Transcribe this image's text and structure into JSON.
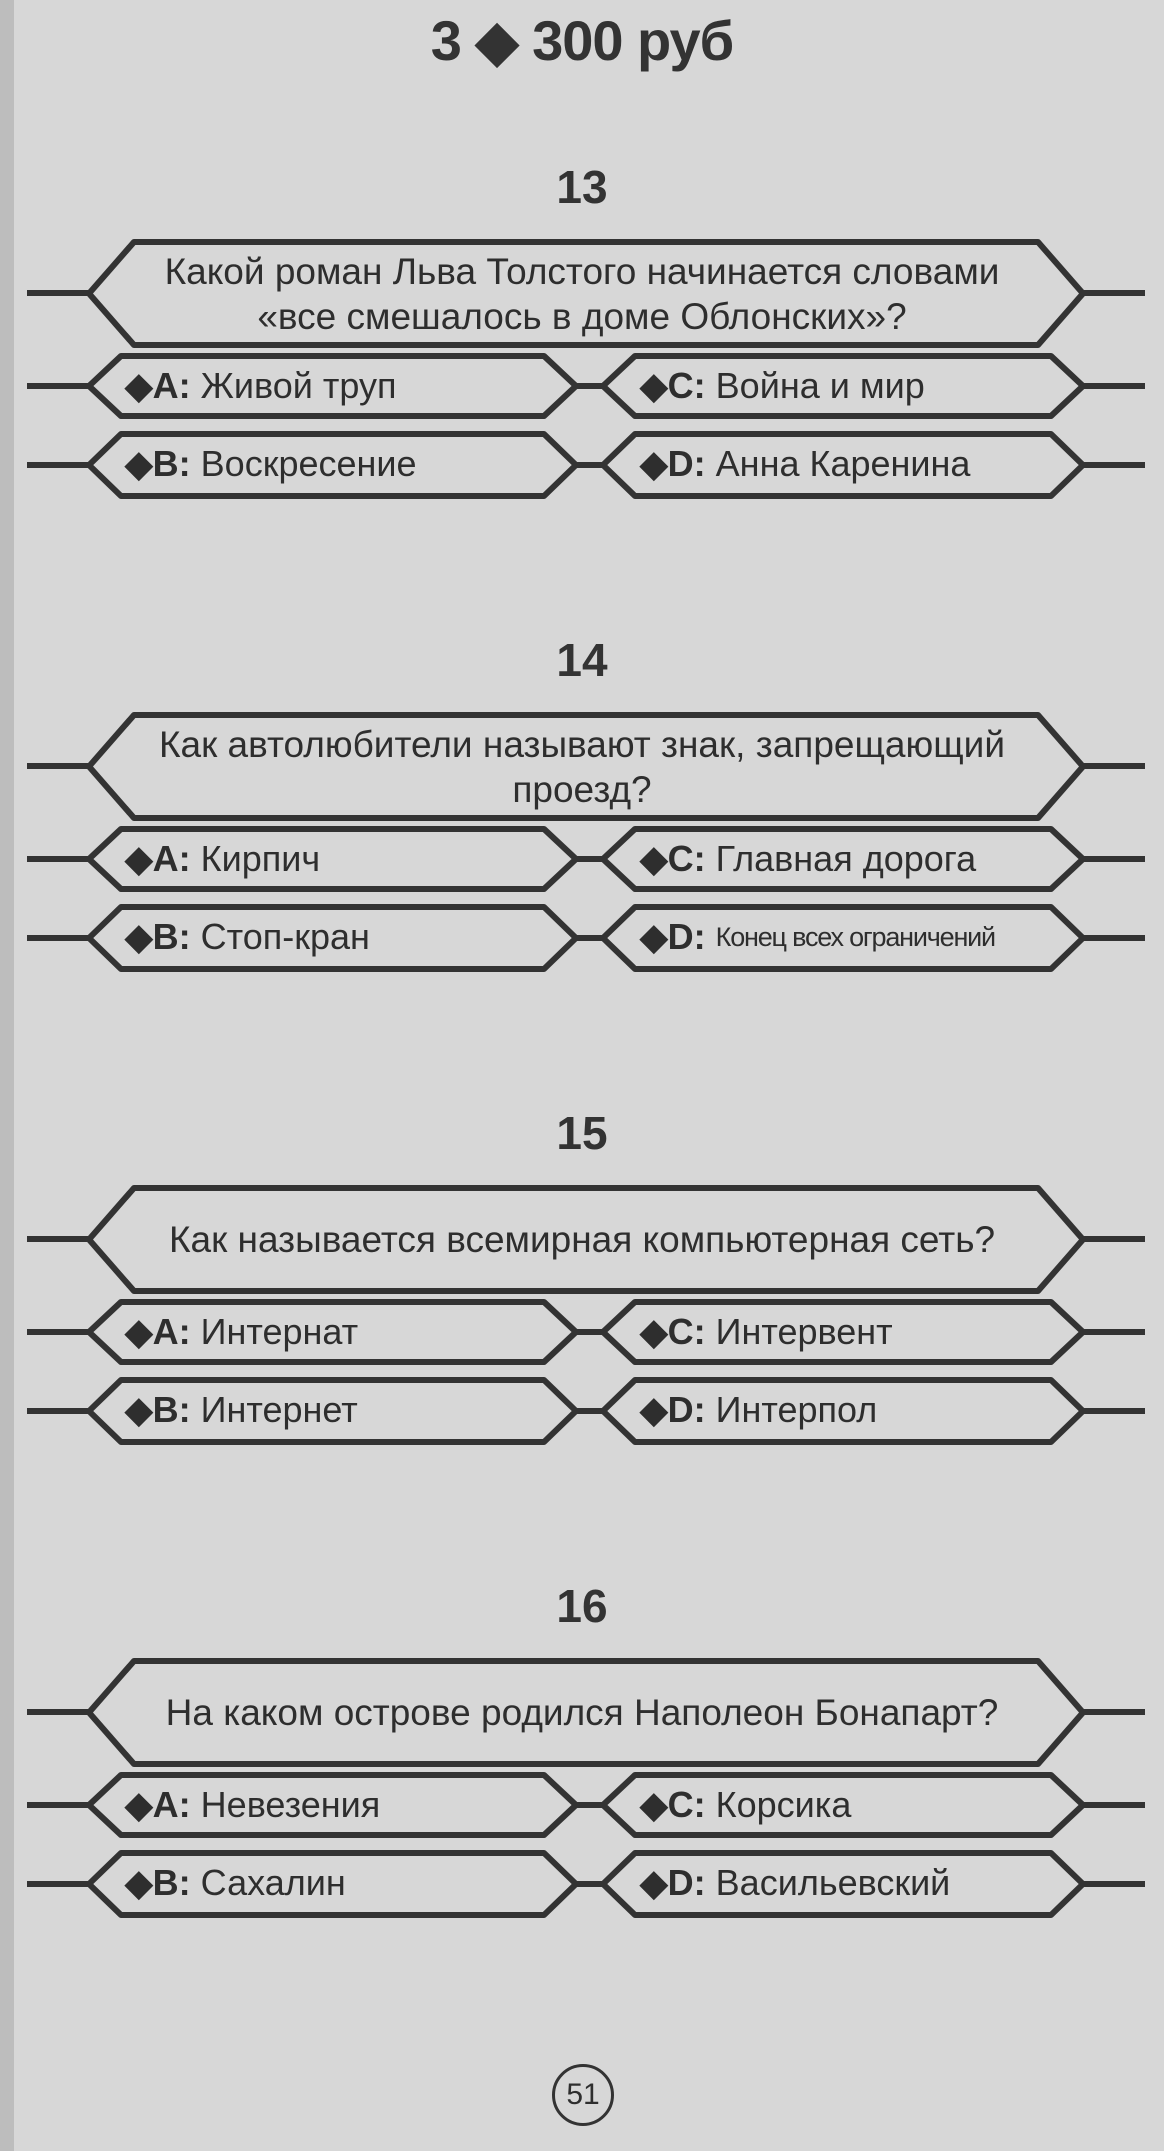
{
  "header": {
    "title": "3 ◆ 300 руб"
  },
  "questions": [
    {
      "number": "13",
      "text": "Какой роман Льва Толстого начинается словами «все смешалось в доме Облонских»?",
      "options": [
        {
          "label": "◆A:",
          "text": "Живой труп"
        },
        {
          "label": "◆B:",
          "text": "Воскресение"
        },
        {
          "label": "◆C:",
          "text": "Война и мир"
        },
        {
          "label": "◆D:",
          "text": "Анна Каренина"
        }
      ]
    },
    {
      "number": "14",
      "text": "Как автолюбители называют знак, запрещающий проезд?",
      "options": [
        {
          "label": "◆A:",
          "text": "Кирпич"
        },
        {
          "label": "◆B:",
          "text": "Стоп-кран"
        },
        {
          "label": "◆C:",
          "text": "Главная дорога"
        },
        {
          "label": "◆D:",
          "text": "Конец всех ограничений"
        }
      ]
    },
    {
      "number": "15",
      "text": "Как называется всемирная компьютерная сеть?",
      "options": [
        {
          "label": "◆A:",
          "text": "Интернат"
        },
        {
          "label": "◆B:",
          "text": "Интернет"
        },
        {
          "label": "◆C:",
          "text": "Интервент"
        },
        {
          "label": "◆D:",
          "text": "Интерпол"
        }
      ]
    },
    {
      "number": "16",
      "text": "На каком острове родился Наполеон Бонапарт?",
      "options": [
        {
          "label": "◆A:",
          "text": "Невезения"
        },
        {
          "label": "◆B:",
          "text": "Сахалин"
        },
        {
          "label": "◆C:",
          "text": "Корсика"
        },
        {
          "label": "◆D:",
          "text": "Васильевский"
        }
      ]
    }
  ],
  "footer": {
    "page_number": "51"
  }
}
